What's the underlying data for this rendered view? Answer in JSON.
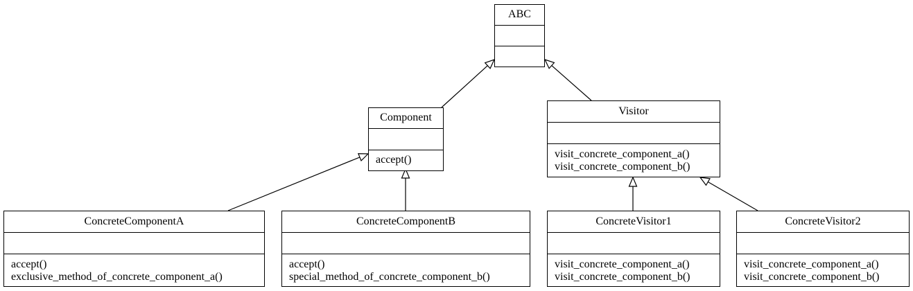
{
  "classes": {
    "abc": {
      "name": "ABC",
      "methods": []
    },
    "component": {
      "name": "Component",
      "methods": [
        "accept()"
      ]
    },
    "visitor": {
      "name": "Visitor",
      "methods": [
        "visit_concrete_component_a()",
        "visit_concrete_component_b()"
      ]
    },
    "concrete_component_a": {
      "name": "ConcreteComponentA",
      "methods": [
        "accept()",
        "exclusive_method_of_concrete_component_a()"
      ]
    },
    "concrete_component_b": {
      "name": "ConcreteComponentB",
      "methods": [
        "accept()",
        "special_method_of_concrete_component_b()"
      ]
    },
    "concrete_visitor_1": {
      "name": "ConcreteVisitor1",
      "methods": [
        "visit_concrete_component_a()",
        "visit_concrete_component_b()"
      ]
    },
    "concrete_visitor_2": {
      "name": "ConcreteVisitor2",
      "methods": [
        "visit_concrete_component_a()",
        "visit_concrete_component_b()"
      ]
    }
  },
  "relations": [
    {
      "type": "inheritance",
      "from": "component",
      "to": "abc"
    },
    {
      "type": "inheritance",
      "from": "visitor",
      "to": "abc"
    },
    {
      "type": "inheritance",
      "from": "concrete_component_a",
      "to": "component"
    },
    {
      "type": "inheritance",
      "from": "concrete_component_b",
      "to": "component"
    },
    {
      "type": "inheritance",
      "from": "concrete_visitor_1",
      "to": "visitor"
    },
    {
      "type": "inheritance",
      "from": "concrete_visitor_2",
      "to": "visitor"
    }
  ]
}
